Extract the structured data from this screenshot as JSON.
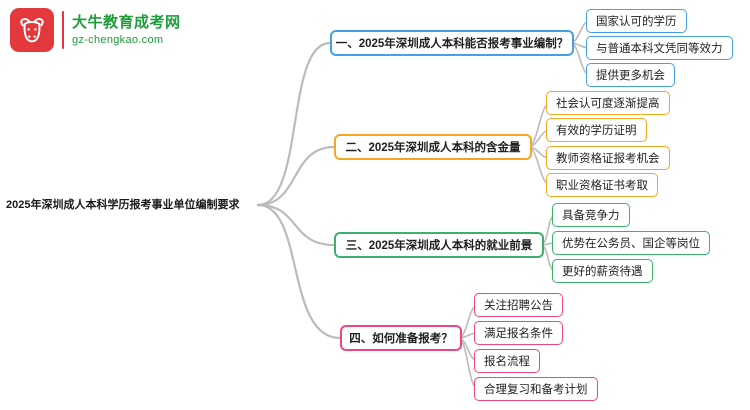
{
  "logo": {
    "name": "大牛教育成考网",
    "domain": "gz-chengkao.com",
    "brand_red": "#e4393c",
    "brand_green": "#1f9d3a"
  },
  "root": {
    "label": "2025年深圳成人本科学历报考事业单位编制要求"
  },
  "branches": [
    {
      "label": "一、2025年深圳成人本科能否报考事业编制？",
      "color": "#45a0e5",
      "children": [
        "国家认可的学历",
        "与普通本科文凭同等效力",
        "提供更多机会"
      ]
    },
    {
      "label": "二、2025年深圳成人本科的含金量",
      "color": "#f5a623",
      "children": [
        "社会认可度逐渐提高",
        "有效的学历证明",
        "教师资格证报考机会",
        "职业资格证书考取"
      ]
    },
    {
      "label": "三、2025年深圳成人本科的就业前景",
      "color": "#3cb06c",
      "children": [
        "具备竞争力",
        "优势在公务员、国企等岗位",
        "更好的薪资待遇"
      ]
    },
    {
      "label": "四、如何准备报考？",
      "color": "#f0457f",
      "children": [
        "关注招聘公告",
        "满足报名条件",
        "报名流程",
        "合理复习和备考计划"
      ]
    }
  ]
}
